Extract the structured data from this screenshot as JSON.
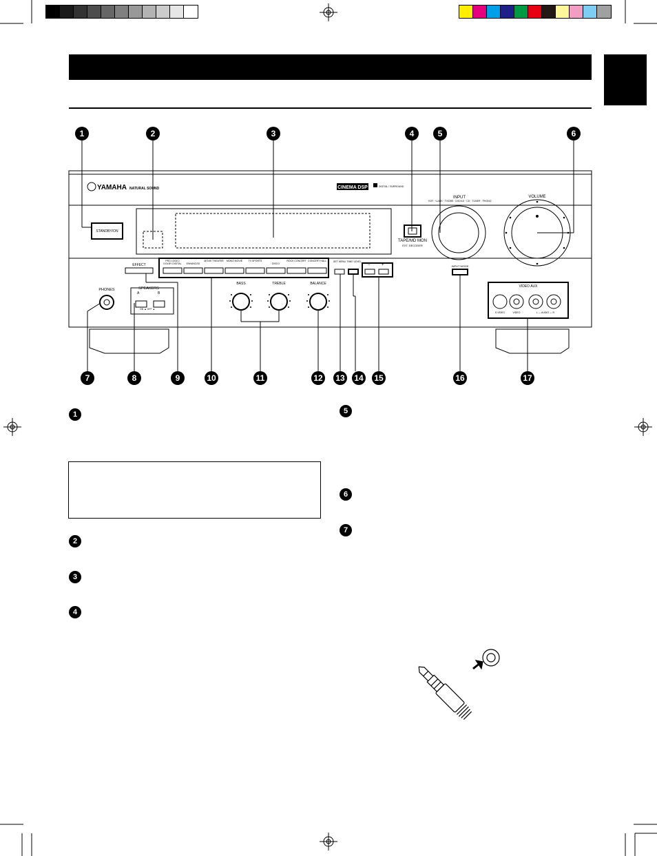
{
  "brand": {
    "logo_text": "YAMAHA",
    "tagline": "NATURAL SOUND",
    "cinema_dsp": "CINEMA DSP",
    "dolby": "DIGITAL / SURROUND"
  },
  "panel": {
    "standby_on": "STANDBY/ON",
    "input_label": "INPUT",
    "input_sources": "VCR · V-AUX · TV/DBS · DVD/LD · CD · TUNER · PHONO",
    "volume_label": "VOLUME",
    "tape_mon": "TAPE/MD MON",
    "ext_decoder": "EXT. DECODER",
    "effect": "EFFECT",
    "phones": "PHONES",
    "speakers": "SPEAKERS",
    "speaker_a": "A",
    "speaker_b": "B",
    "speaker_on_off": "ON ▲   OFF ▲",
    "dsp_programs": [
      "PRO LOGIC/ DOLBY DIGITAL",
      "ENHANCED",
      "MOVIE THEATER",
      "MONO MOVIE",
      "TV SPORTS",
      "DISCO",
      "ROCK CONCERT",
      "CONCERT HALL"
    ],
    "bass": "BASS",
    "treble": "TREBLE",
    "balance": "BALANCE",
    "set_menu": "SET MENU",
    "time_level": "TIME/ LEVEL",
    "minus": "−",
    "plus": "+",
    "input_mode": "INPUT MODE",
    "video_aux": "VIDEO AUX",
    "jack_labels": [
      "S VIDEO",
      "VIDEO",
      "L — AUDIO — R"
    ]
  },
  "callouts_top": [
    "1",
    "2",
    "3",
    "4",
    "5",
    "6"
  ],
  "callouts_bottom": [
    "7",
    "8",
    "9",
    "10",
    "11",
    "12",
    "13",
    "14",
    "15",
    "16",
    "17"
  ],
  "section_markers_left": [
    "1",
    "2",
    "3",
    "4"
  ],
  "section_markers_right": [
    "5",
    "6",
    "7"
  ],
  "colors": {
    "black": "#000000",
    "yellow": "#FFEE00",
    "magenta": "#E6007E",
    "cyan": "#00A0E9",
    "blue": "#1D2088",
    "green": "#009944",
    "red": "#E60012",
    "light_yellow": "#FFF799",
    "pink": "#F19EC2",
    "light_cyan": "#7ECEF4"
  }
}
